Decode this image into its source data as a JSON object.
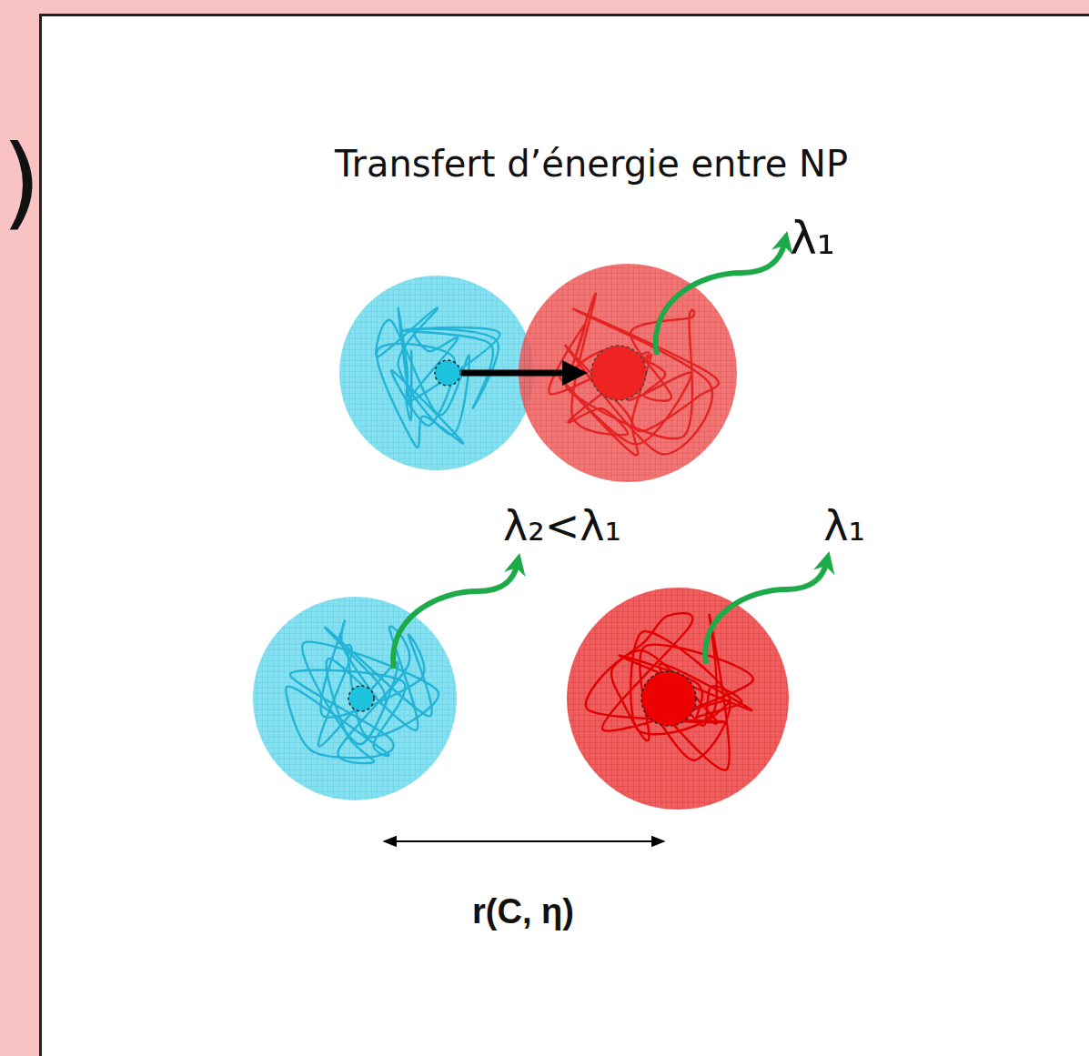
{
  "diagram": {
    "title": "Transfert d’énergie entre NP",
    "labels": [
      ")",
      "λ₁",
      "λ₂<λ₁",
      "λ₁",
      "r(C, η)"
    ]
  }
}
